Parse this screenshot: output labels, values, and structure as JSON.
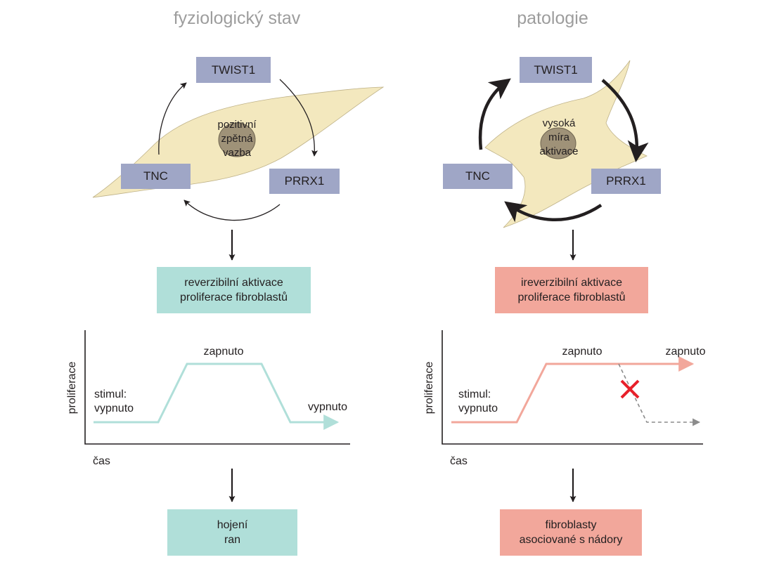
{
  "left": {
    "title": "fyziologický stav",
    "genes": {
      "top": "TWIST1",
      "left": "TNC",
      "right": "PRRX1"
    },
    "cell_label": [
      "pozitivní",
      "zpětná",
      "vazba"
    ],
    "result": [
      "reverzibilní aktivace",
      "proliferace fibroblastů"
    ],
    "plot": {
      "ylabel": "proliferace",
      "xlabel": "čas",
      "start_label": [
        "stimul:",
        "vypnuto"
      ],
      "peak_label": "zapnuto",
      "end_label": "vypnuto"
    },
    "outcome": [
      "hojení",
      "ran"
    ]
  },
  "right": {
    "title": "patologie",
    "genes": {
      "top": "TWIST1",
      "left": "TNC",
      "right": "PRRX1"
    },
    "cell_label": [
      "vysoká",
      "míra",
      "aktivace"
    ],
    "result": [
      "ireverzibilní aktivace",
      "proliferace fibroblastů"
    ],
    "plot": {
      "ylabel": "proliferace",
      "xlabel": "čas",
      "start_label": [
        "stimul:",
        "vypnuto"
      ],
      "peak_label": "zapnuto",
      "end_label": "zapnuto"
    },
    "outcome": [
      "fibroblasty",
      "asociované s nádory"
    ]
  },
  "colors": {
    "gene_box": "#9fa6c6",
    "reversible": "#b0dfd9",
    "irreversible": "#f2a79b",
    "cell": "#f3e8be",
    "cross": "#e8202a"
  }
}
